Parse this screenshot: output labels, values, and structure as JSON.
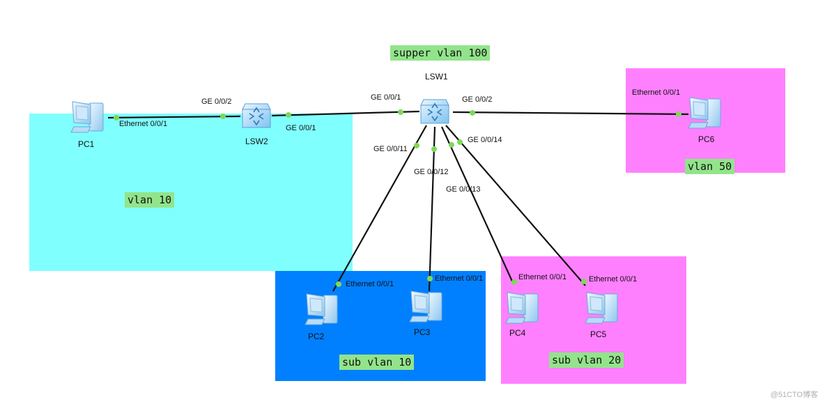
{
  "zones": {
    "vlan10": {
      "label": "vlan 10",
      "color": "#80ffff"
    },
    "subvlan10": {
      "label": "sub vlan 10",
      "color": "#0080ff"
    },
    "subvlan20": {
      "label": "sub vlan 20",
      "color": "#ff80ff"
    },
    "vlan50": {
      "label": "vlan 50",
      "color": "#ff80ff"
    },
    "supervlan": {
      "label": "supper vlan 100"
    }
  },
  "devices": {
    "lsw1": "LSW1",
    "lsw2": "LSW2",
    "pc1": "PC1",
    "pc2": "PC2",
    "pc3": "PC3",
    "pc4": "PC4",
    "pc5": "PC5",
    "pc6": "PC6"
  },
  "ports": {
    "pc1_eth": "Ethernet 0/0/1",
    "lsw2_ge002": "GE 0/0/2",
    "lsw2_ge001": "GE 0/0/1",
    "lsw1_ge001": "GE 0/0/1",
    "lsw1_ge002": "GE 0/0/2",
    "lsw1_ge0011": "GE 0/0/11",
    "lsw1_ge0012": "GE 0/0/12",
    "lsw1_ge0013": "GE 0/0/13",
    "lsw1_ge0014": "GE 0/0/14",
    "pc2_eth": "Ethernet 0/0/1",
    "pc3_eth": "Ethernet 0/0/1",
    "pc4_eth": "Ethernet 0/0/1",
    "pc5_eth": "Ethernet 0/0/1",
    "pc6_eth": "Ethernet 0/0/1"
  },
  "colors": {
    "link": "#111111",
    "port_dot": "#7ed957",
    "label_bg": "#92e48a"
  },
  "icons": {
    "pc": "pc-icon",
    "switch": "switch-icon"
  },
  "watermark": "@51CTO博客"
}
